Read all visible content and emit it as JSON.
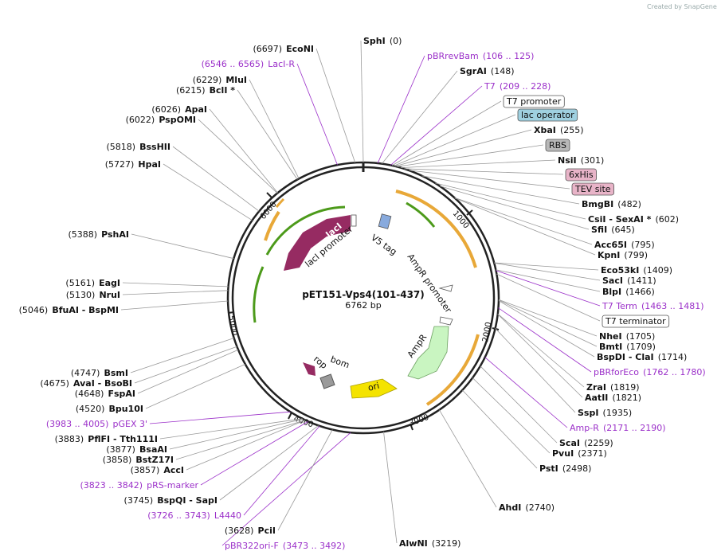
{
  "credit": "Created by SnapGene",
  "title": "pET151-Vps4(101-437)",
  "size_label": "6762 bp",
  "ticks": [
    "1000",
    "2000",
    "3000",
    "4000",
    "5000",
    "6000"
  ],
  "features": [
    "lacI",
    "lacI promoter",
    "V5 tag",
    "AmpR promoter",
    "AmpR",
    "ori",
    "bom",
    "rop"
  ],
  "sites": [
    {
      "name": "SphI",
      "pos": "(0)"
    },
    {
      "name": "pBRrevBam",
      "pos": "(106 .. 125)"
    },
    {
      "name": "SgrAI",
      "pos": "(148)"
    },
    {
      "name": "T7",
      "pos": "(209 .. 228)"
    },
    {
      "name": "T7 promoter",
      "pos": ""
    },
    {
      "name": "lac operator",
      "pos": ""
    },
    {
      "name": "XbaI",
      "pos": "(255)"
    },
    {
      "name": "RBS",
      "pos": ""
    },
    {
      "name": "NsiI",
      "pos": "(301)"
    },
    {
      "name": "6xHis",
      "pos": ""
    },
    {
      "name": "TEV site",
      "pos": ""
    },
    {
      "name": "BmgBI",
      "pos": "(482)"
    },
    {
      "name": "CsiI - SexAI *",
      "pos": "(602)"
    },
    {
      "name": "SfiI",
      "pos": "(645)"
    },
    {
      "name": "Acc65I",
      "pos": "(795)"
    },
    {
      "name": "KpnI",
      "pos": "(799)"
    },
    {
      "name": "Eco53kI",
      "pos": "(1409)"
    },
    {
      "name": "SacI",
      "pos": "(1411)"
    },
    {
      "name": "BlpI",
      "pos": "(1466)"
    },
    {
      "name": "T7 Term",
      "pos": "(1463 .. 1481)"
    },
    {
      "name": "T7 terminator",
      "pos": ""
    },
    {
      "name": "NheI",
      "pos": "(1705)"
    },
    {
      "name": "BmtI",
      "pos": "(1709)"
    },
    {
      "name": "BspDI - ClaI",
      "pos": "(1714)"
    },
    {
      "name": "pBRforEco",
      "pos": "(1762 .. 1780)"
    },
    {
      "name": "ZraI",
      "pos": "(1819)"
    },
    {
      "name": "AatII",
      "pos": "(1821)"
    },
    {
      "name": "SspI",
      "pos": "(1935)"
    },
    {
      "name": "Amp-R",
      "pos": "(2171 .. 2190)"
    },
    {
      "name": "ScaI",
      "pos": "(2259)"
    },
    {
      "name": "PvuI",
      "pos": "(2371)"
    },
    {
      "name": "PstI",
      "pos": "(2498)"
    },
    {
      "name": "AhdI",
      "pos": "(2740)"
    },
    {
      "name": "AlwNI",
      "pos": "(3219)"
    },
    {
      "name": "pBR322ori-F",
      "pos": "(3473 .. 3492)"
    },
    {
      "name": "PciI",
      "pos": "(3628)"
    },
    {
      "name": "L4440",
      "pos": "(3726 .. 3743)"
    },
    {
      "name": "BspQI - SapI",
      "pos": "(3745)"
    },
    {
      "name": "pRS-marker",
      "pos": "(3823 .. 3842)"
    },
    {
      "name": "AccI",
      "pos": "(3857)"
    },
    {
      "name": "BstZ17I",
      "pos": "(3858)"
    },
    {
      "name": "BsaAI",
      "pos": "(3877)"
    },
    {
      "name": "PflFI - Tth111I",
      "pos": "(3883)"
    },
    {
      "name": "pGEX 3'",
      "pos": "(3983 .. 4005)"
    },
    {
      "name": "Bpu10I",
      "pos": "(4520)"
    },
    {
      "name": "FspAI",
      "pos": "(4648)"
    },
    {
      "name": "AvaI - BsoBI",
      "pos": "(4675)"
    },
    {
      "name": "BsmI",
      "pos": "(4747)"
    },
    {
      "name": "BfuAI - BspMI",
      "pos": "(5046)"
    },
    {
      "name": "NruI",
      "pos": "(5130)"
    },
    {
      "name": "EagI",
      "pos": "(5161)"
    },
    {
      "name": "PshAI",
      "pos": "(5388)"
    },
    {
      "name": "HpaI",
      "pos": "(5727)"
    },
    {
      "name": "BssHII",
      "pos": "(5818)"
    },
    {
      "name": "PspOMI",
      "pos": "(6022)"
    },
    {
      "name": "ApaI",
      "pos": "(6026)"
    },
    {
      "name": "BclI *",
      "pos": "(6215)"
    },
    {
      "name": "MluI",
      "pos": "(6229)"
    },
    {
      "name": "LacI-R",
      "pos": "(6546 .. 6565)"
    },
    {
      "name": "EcoNI",
      "pos": "(6697)"
    }
  ]
}
